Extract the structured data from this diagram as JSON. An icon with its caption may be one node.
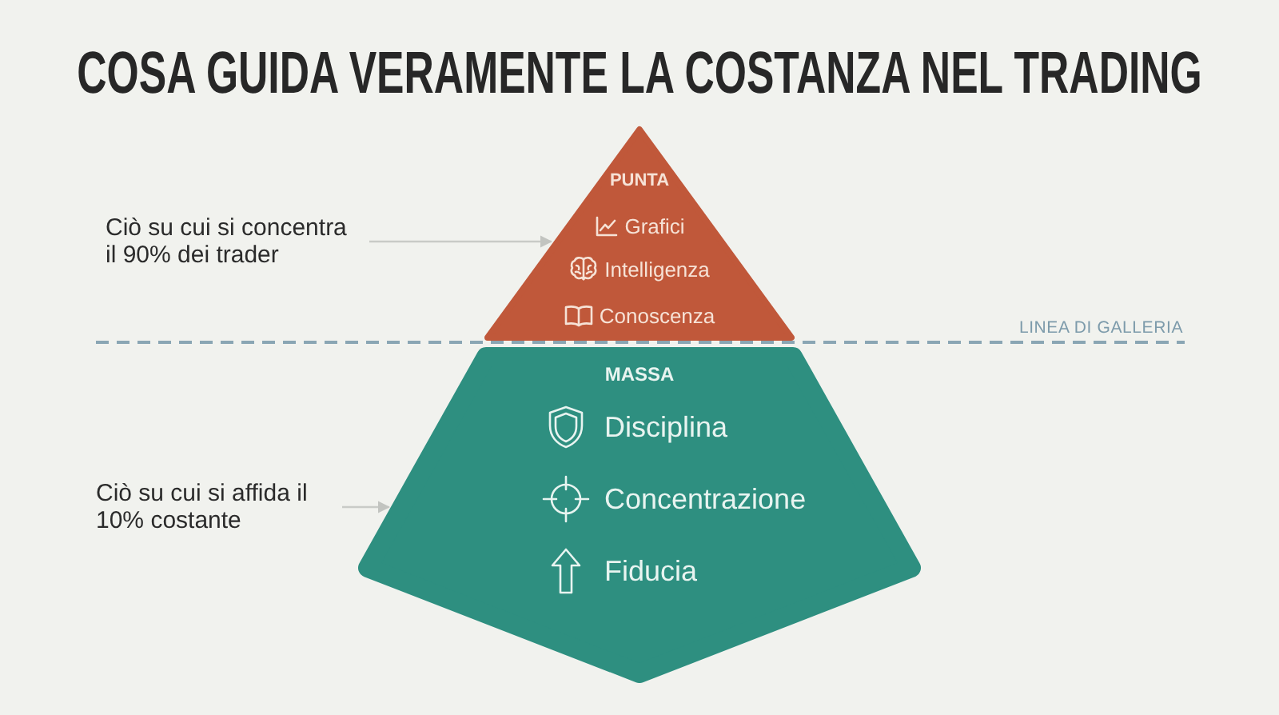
{
  "diagram": {
    "title": "COSA GUIDA VERAMENTE LA COSTANZA NEL TRADING",
    "nodes": [
      {
        "text": [
          "Ciò su cui si concentra il 90% dei trader"
        ]
      },
      {
        "text": [
          "PUNTA",
          "Grafici",
          "Intelligenza",
          "Conoscenza"
        ]
      },
      {
        "text": [
          "Ciò su cui si affida il 10% costante"
        ]
      },
      {
        "text": [
          "MASSA",
          "Disciplina",
          "Concentrazione",
          "Fiducia"
        ]
      }
    ],
    "edges": [
      {
        "from": 0,
        "to": 1,
        "arrow": "to"
      },
      {
        "from": 2,
        "to": 3,
        "arrow": "to"
      }
    ],
    "labels": [
      "LINEA DI GALLERIA"
    ]
  }
}
